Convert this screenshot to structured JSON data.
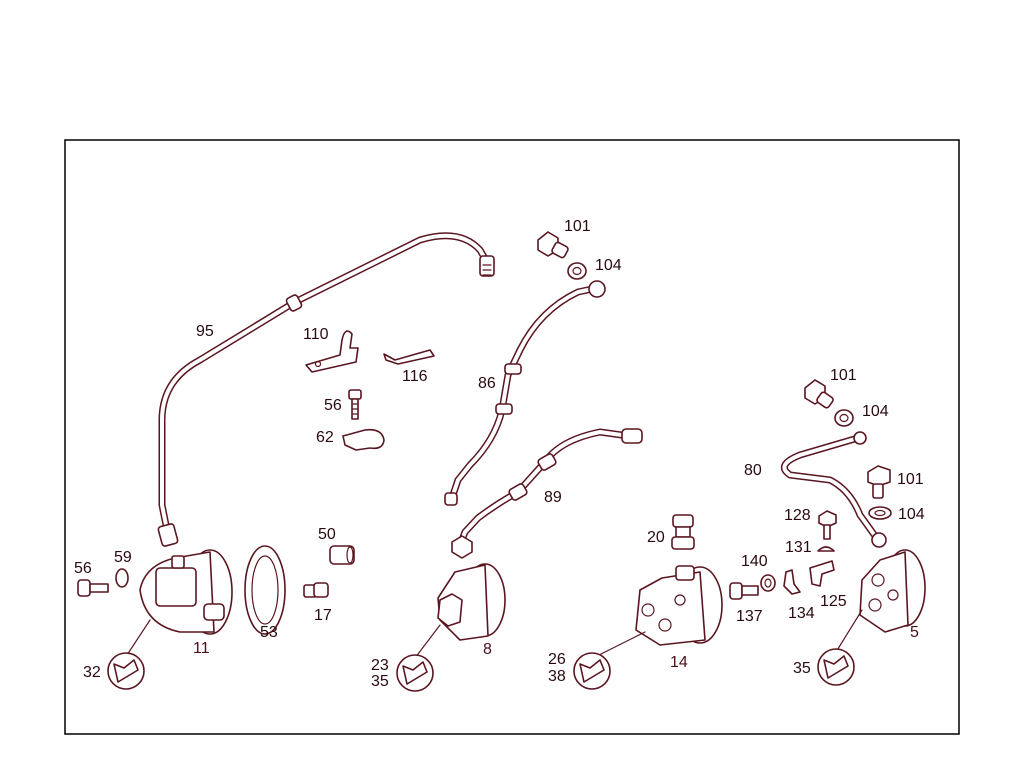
{
  "labels": {
    "l95": "95",
    "l110": "110",
    "l116": "116",
    "l56a": "56",
    "l62": "62",
    "l101a": "101",
    "l104a": "104",
    "l86": "86",
    "l89": "89",
    "l101b": "101",
    "l104b": "104",
    "l80": "80",
    "l101c": "101",
    "l104c": "104",
    "l128": "128",
    "l131": "131",
    "l140": "140",
    "l137": "137",
    "l134": "134",
    "l125": "125",
    "l5": "5",
    "l20": "20",
    "l14": "14",
    "l26": "26",
    "l38": "38",
    "l8": "8",
    "l23": "23",
    "l35a": "35",
    "l35b": "35",
    "l50": "50",
    "l17": "17",
    "l53": "53",
    "l11": "11",
    "l56b": "56",
    "l59": "59",
    "l32": "32"
  },
  "colors": {
    "line": "#5a1620",
    "text": "#4a1018",
    "frame": "#000000"
  },
  "icons": [
    "wrench-tool-icon"
  ]
}
